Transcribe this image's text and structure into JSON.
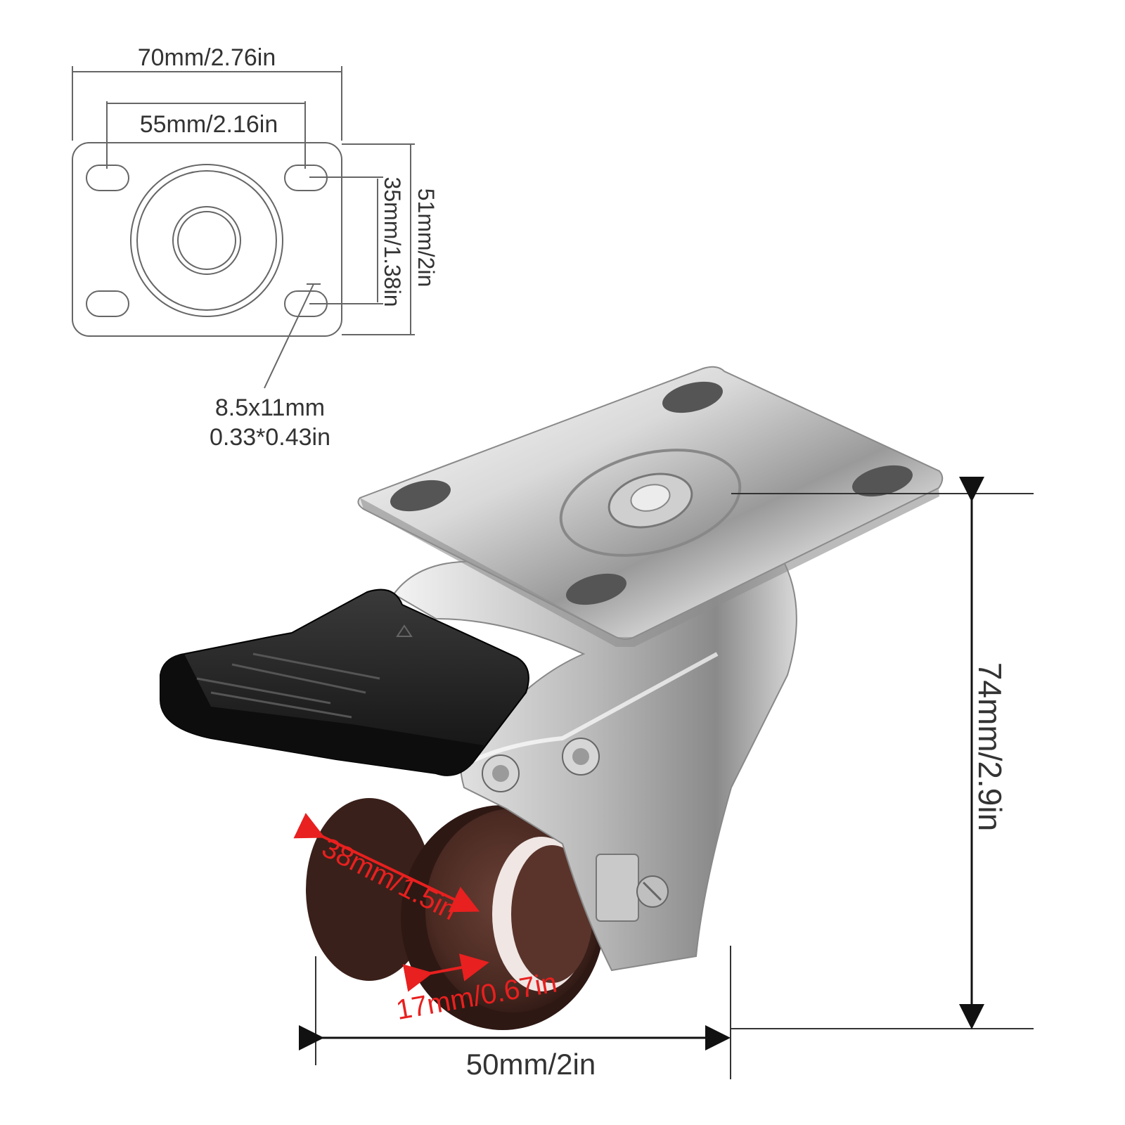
{
  "top_view": {
    "width_label": "70mm/2.76in",
    "hole_spacing_label": "55mm/2.16in",
    "height_label": "51mm/2in",
    "hole_vertical_spacing_label": "35mm/1.38in",
    "hole_size_label_mm": "8.5x11mm",
    "hole_size_label_in": "0.33*0.43in"
  },
  "caster": {
    "overall_height_label": "74mm/2.9in",
    "overall_width_label": "50mm/2in",
    "wheel_diameter_label": "38mm/1.5in",
    "wheel_width_label": "17mm/0.67in"
  },
  "colors": {
    "line": "#666666",
    "text": "#333333",
    "accent_red": "#e8201f",
    "wheel_brown": "#4a2a22",
    "brake_black": "#1e1e1e",
    "chrome": "#d8d8d8"
  }
}
